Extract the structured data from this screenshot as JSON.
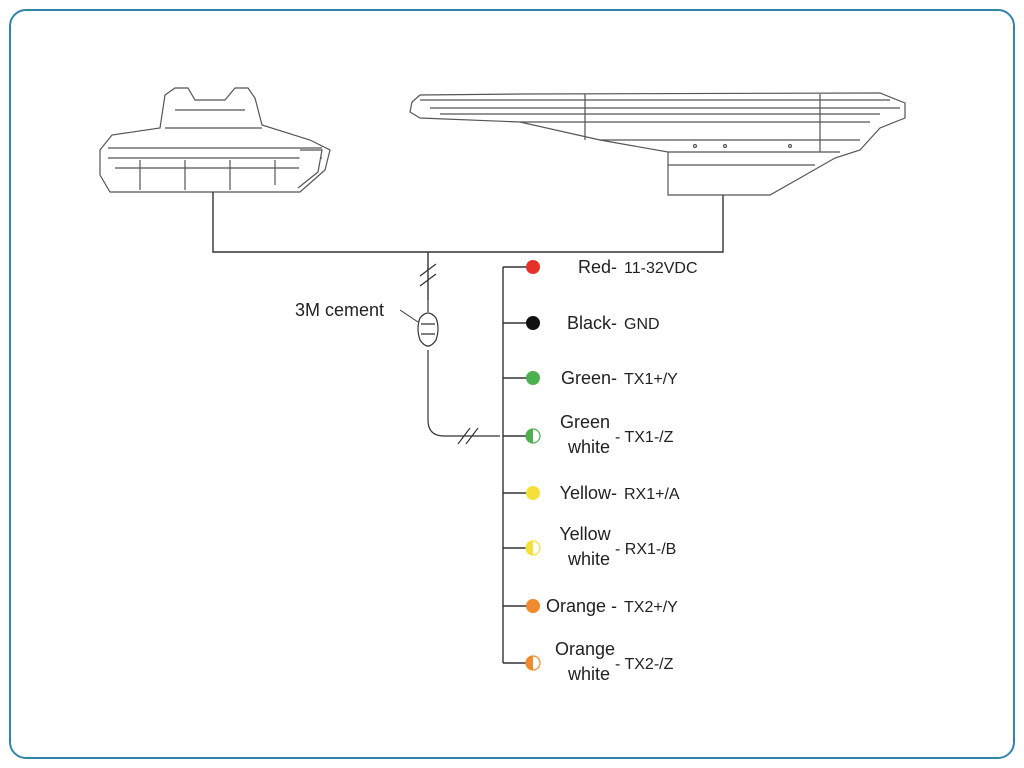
{
  "colors": {
    "border": "#2E86AB",
    "line": "#333333",
    "red": "#E8302A",
    "black": "#111111",
    "green": "#4CAF50",
    "yellow": "#F5E03A",
    "orange": "#F08A2C"
  },
  "cement_label": "3M cement",
  "wires": [
    {
      "color_line1": "Red-",
      "color_line2": "",
      "signal": "11-32VDC",
      "dot": "red",
      "half": false
    },
    {
      "color_line1": "Black-",
      "color_line2": "",
      "signal": "GND",
      "dot": "black",
      "half": false
    },
    {
      "color_line1": "Green-",
      "color_line2": "",
      "signal": "TX1+/Y",
      "dot": "green",
      "half": false
    },
    {
      "color_line1": "Green",
      "color_line2": "white",
      "signal": "- TX1-/Z",
      "dot": "green",
      "half": true
    },
    {
      "color_line1": "Yellow-",
      "color_line2": "",
      "signal": "RX1+/A",
      "dot": "yellow",
      "half": false
    },
    {
      "color_line1": "Yellow",
      "color_line2": "white",
      "signal": "- RX1-/B",
      "dot": "yellow",
      "half": true
    },
    {
      "color_line1": "Orange -",
      "color_line2": "",
      "signal": "TX2+/Y",
      "dot": "orange",
      "half": false
    },
    {
      "color_line1": "Orange",
      "color_line2": "white",
      "signal": "- TX2-/Z",
      "dot": "orange",
      "half": true
    }
  ]
}
